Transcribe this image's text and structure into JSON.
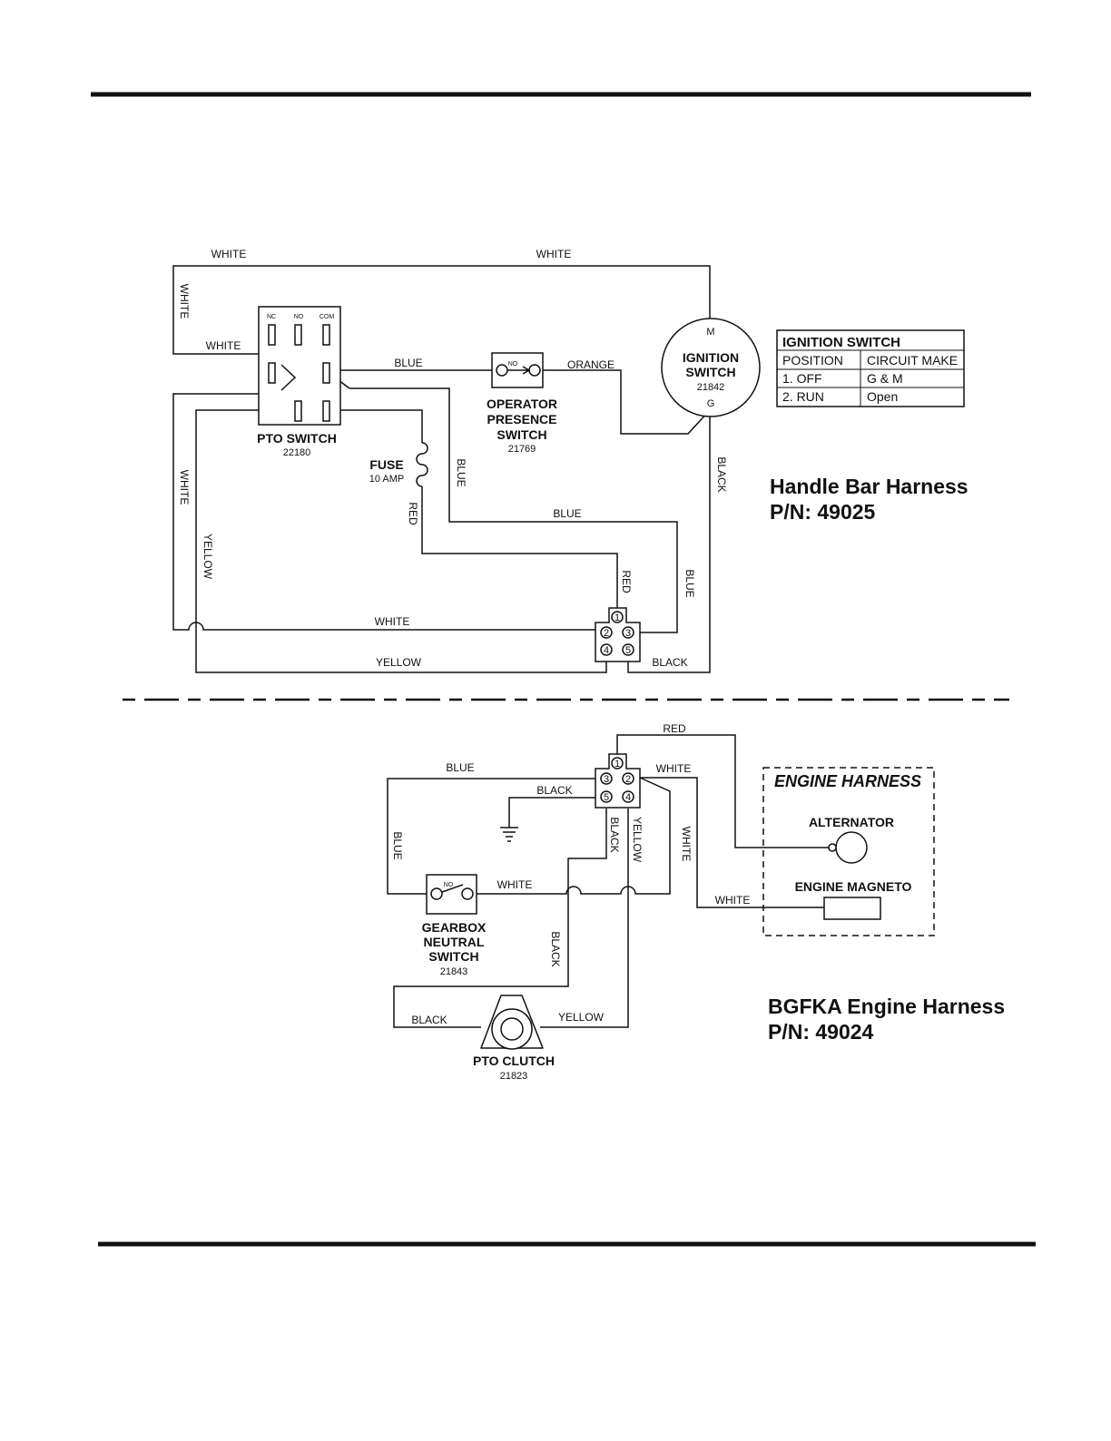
{
  "wire_labels": {
    "white_top_left": "WHITE",
    "white_top_right": "WHITE",
    "white_left_vertical": "WHITE",
    "white_to_nc": "WHITE",
    "blue_pto_ops": "BLUE",
    "orange": "ORANGE",
    "white_left_long": "WHITE",
    "yellow_left": "YELLOW",
    "red_fuse": "RED",
    "blue_vertical_mid": "BLUE",
    "blue_horizontal_mid": "BLUE",
    "black_right": "BLACK",
    "red_to_conn": "RED",
    "blue_to_conn": "BLUE",
    "white_bottom": "WHITE",
    "yellow_bottom": "YELLOW",
    "black_bottom": "BLACK"
  },
  "engine_wire_labels": {
    "red_top": "RED",
    "blue_top": "BLUE",
    "white_top": "WHITE",
    "black_ground": "BLACK",
    "black_vert": "BLACK",
    "yellow_vert": "YELLOW",
    "blue_left": "BLUE",
    "white_gearbox": "WHITE",
    "white_right": "WHITE",
    "white_magneto": "WHITE",
    "black_lower": "BLACK",
    "black_clutch": "BLACK",
    "yellow_clutch": "YELLOW"
  },
  "components": {
    "pto_switch": {
      "name": "PTO SWITCH",
      "pn": "22180",
      "terminals": [
        "NC",
        "NO",
        "COM"
      ]
    },
    "operator_presence": {
      "line1": "OPERATOR",
      "line2": "PRESENCE",
      "line3": "SWITCH",
      "pn": "21769",
      "contact": "NO"
    },
    "ignition": {
      "line1": "IGNITION",
      "line2": "SWITCH",
      "pn": "21842",
      "m": "M",
      "g": "G"
    },
    "fuse": {
      "name": "FUSE",
      "rating": "10 AMP"
    },
    "gearbox": {
      "line1": "GEARBOX",
      "line2": "NEUTRAL",
      "line3": "SWITCH",
      "pn": "21843",
      "contact": "NO"
    },
    "pto_clutch": {
      "name": "PTO CLUTCH",
      "pn": "21823"
    },
    "alternator": "ALTERNATOR",
    "magneto": "ENGINE MAGNETO",
    "engine_harness_box": "ENGINE HARNESS"
  },
  "connector_pins": [
    "1",
    "2",
    "3",
    "4",
    "5"
  ],
  "ignition_table": {
    "title": "IGNITION SWITCH",
    "headers": [
      "POSITION",
      "CIRCUIT MAKE"
    ],
    "rows": [
      [
        "1. OFF",
        "G & M"
      ],
      [
        "2. RUN",
        "Open"
      ]
    ]
  },
  "harness_titles": {
    "handle_bar_title": "Handle Bar Harness",
    "handle_bar_pn": "P/N: 49025",
    "engine_title": "BGFKA Engine Harness",
    "engine_pn": "P/N: 49024"
  }
}
